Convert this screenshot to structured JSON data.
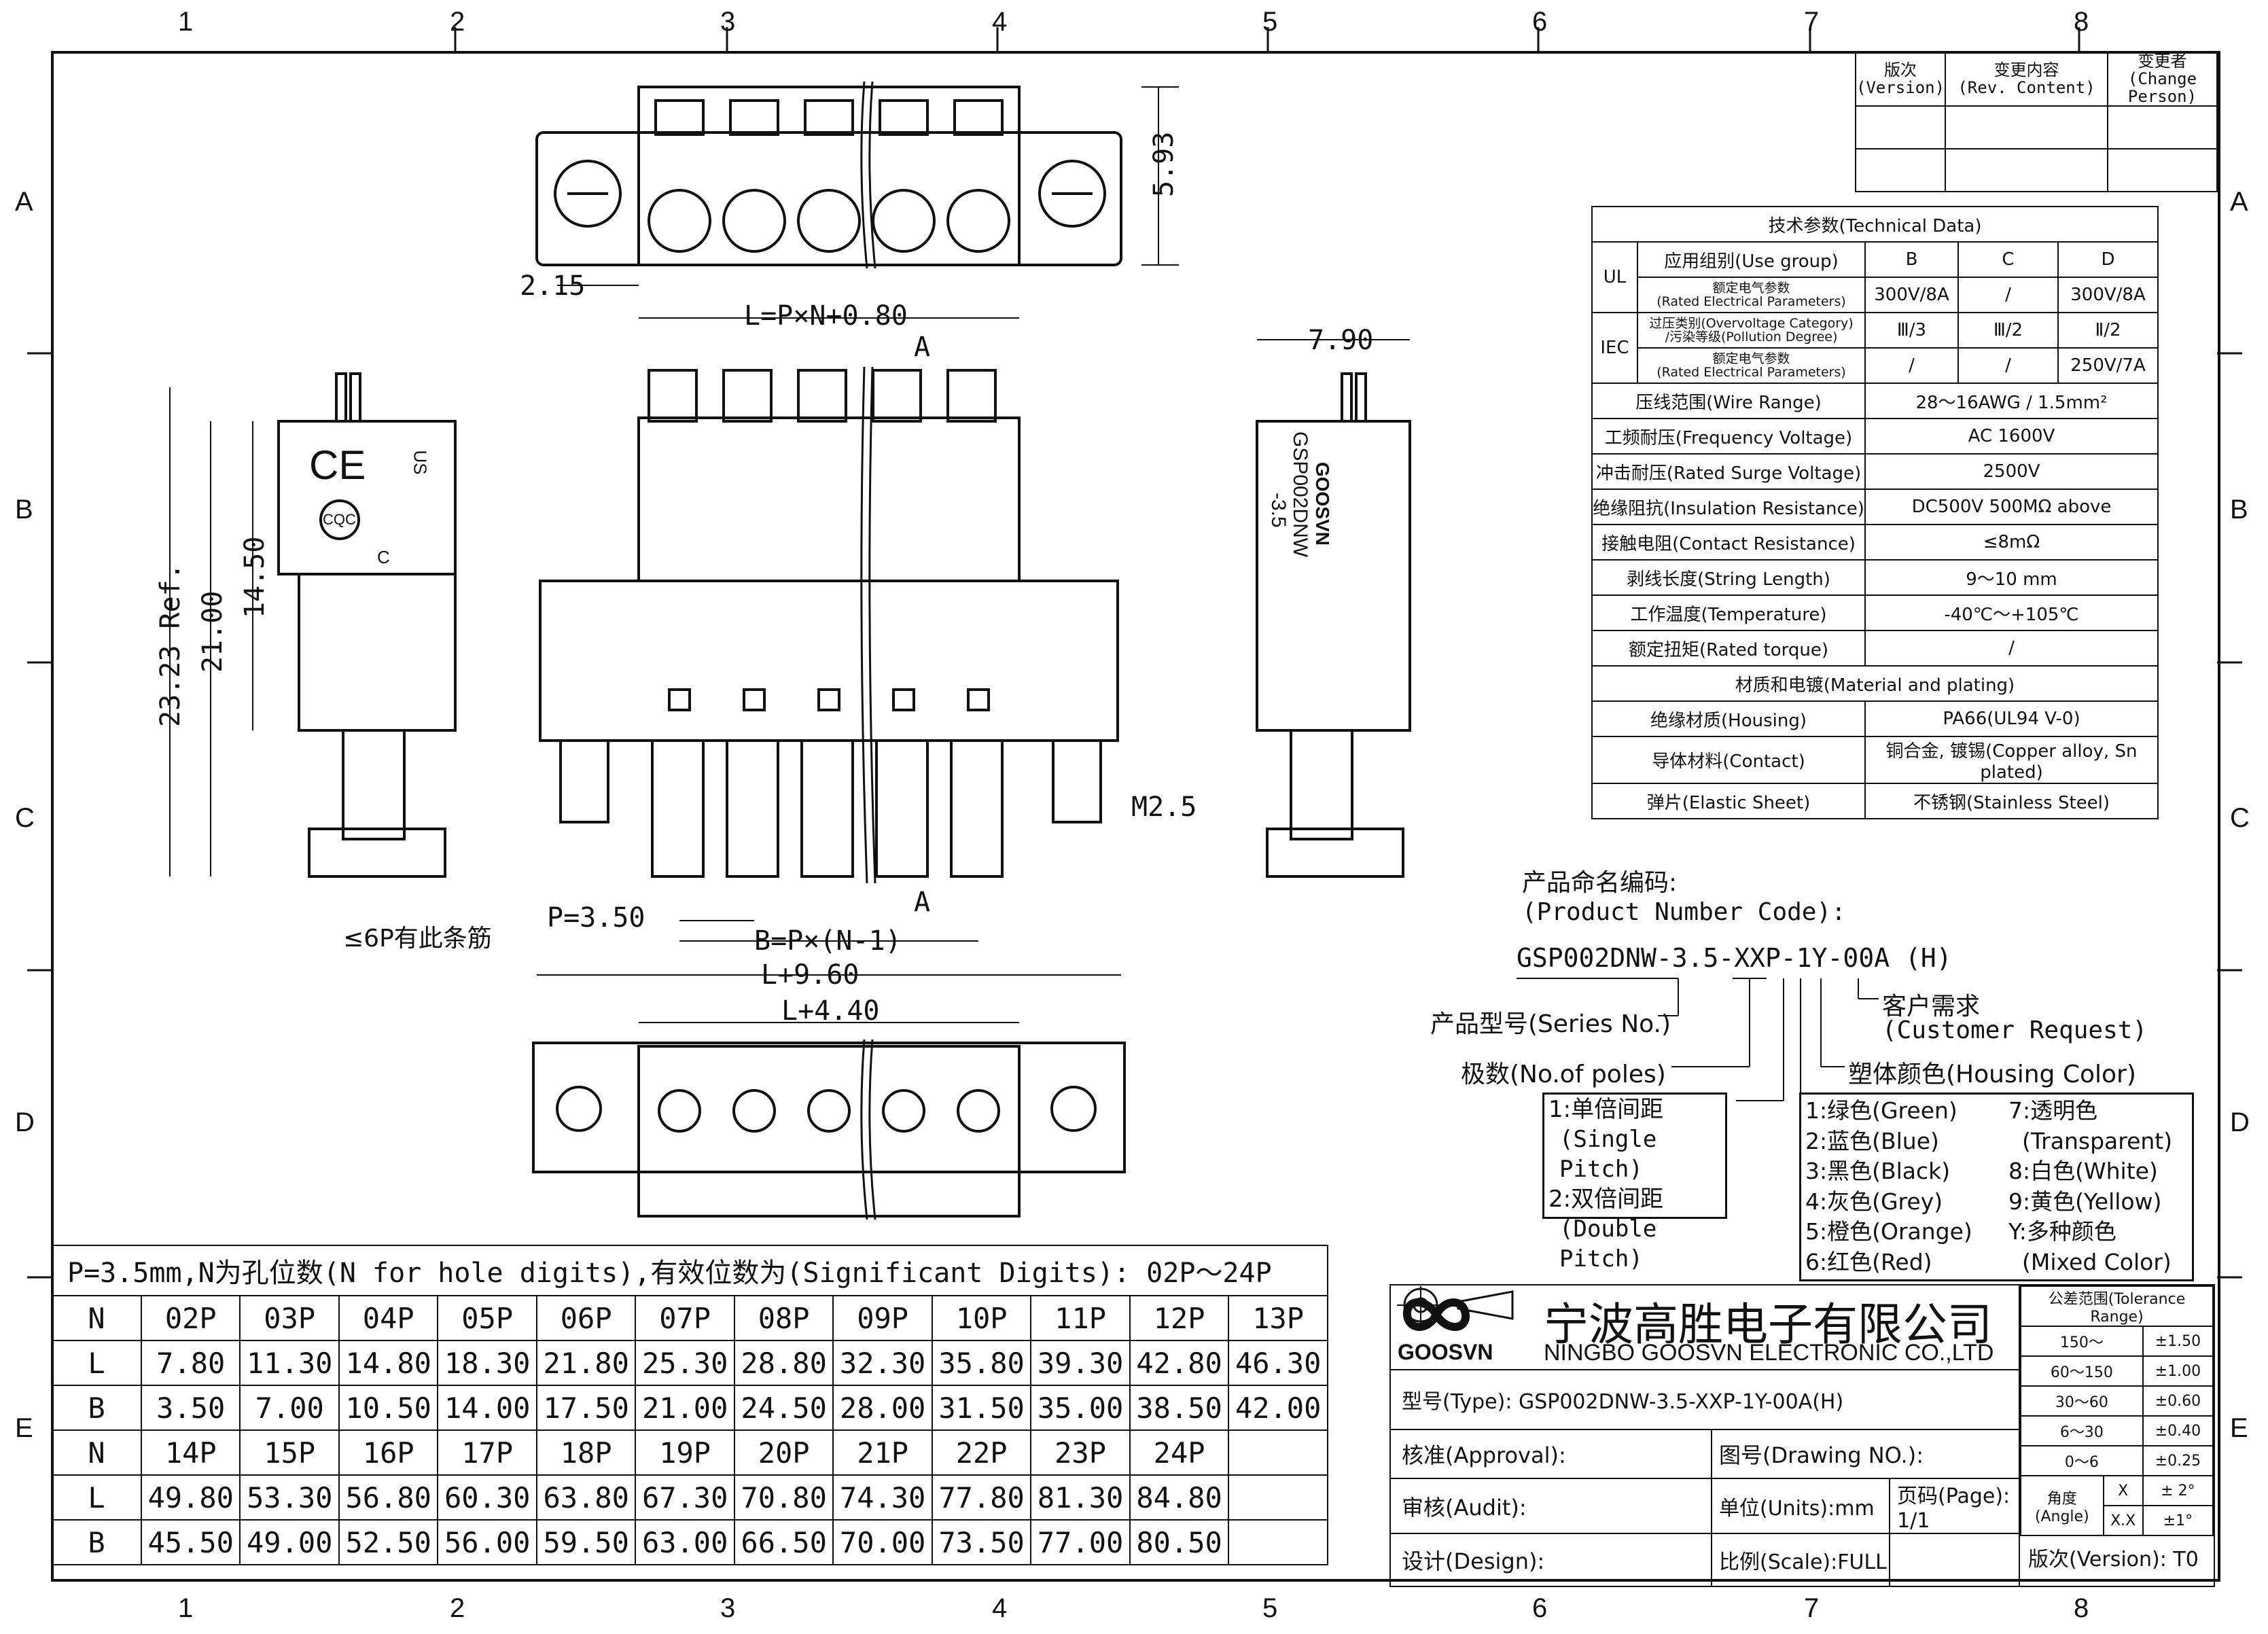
{
  "grid": {
    "columns": [
      "1",
      "2",
      "3",
      "4",
      "5",
      "6",
      "7",
      "8"
    ],
    "rows": [
      "A",
      "B",
      "C",
      "D",
      "E"
    ]
  },
  "revision_table": {
    "version": [
      "版次",
      "(Version)"
    ],
    "rev_content": [
      "变更内容",
      "(Rev. Content)"
    ],
    "change_person": [
      "变更者",
      "(Change Person)"
    ]
  },
  "drawing": {
    "dim_top_height": "5.93",
    "dim_top_offset": "2.15",
    "dim_L": "L=P×N+0.80",
    "section_A": "A",
    "dim_side_width": "7.90",
    "dim_23": "23.23 Ref.",
    "dim_21": "21.00",
    "dim_14": "14.50",
    "dim_pitch": "P=3.50",
    "dim_B": "B=P×(N-1)",
    "dim_L960": "L+9.60",
    "dim_L440": "L+4.40",
    "thread": "M2.5",
    "rib_note": "≤6P有此条筋",
    "side_brand": "GOOSVN",
    "side_model": "GSP002DNW",
    "side_model2": "-3.5",
    "marks": {
      "cqc": "CQC",
      "ce": "CE",
      "us": "US",
      "c": "C"
    }
  },
  "tech_data": {
    "title": "技术参数(Technical Data)",
    "ul": "UL",
    "iec": "IEC",
    "use_group": "应用组别(Use group)",
    "cols": [
      "B",
      "C",
      "D"
    ],
    "rated_cn": "额定电气参数",
    "rated_en": "(Rated Electrical Parameters)",
    "ul_rated": [
      "300V/8A",
      "/",
      "300V/8A"
    ],
    "overvoltage_cn": "过压类别(Overvoltage Category)",
    "pollution_cn": "/污染等级(Pollution Degree)",
    "iec_over": [
      "Ⅲ/3",
      "Ⅲ/2",
      "Ⅱ/2"
    ],
    "iec_rated": [
      "/",
      "/",
      "250V/7A"
    ],
    "rows": [
      {
        "label": "压线范围(Wire Range)",
        "value": "28～16AWG / 1.5mm²"
      },
      {
        "label": "工频耐压(Frequency Voltage)",
        "value": "AC 1600V"
      },
      {
        "label": "冲击耐压(Rated Surge Voltage)",
        "value": "2500V"
      },
      {
        "label": "绝缘阻抗(Insulation Resistance)",
        "value": "DC500V 500MΩ above"
      },
      {
        "label": "接触电阻(Contact Resistance)",
        "value": "≤8mΩ"
      },
      {
        "label": "剥线长度(String Length)",
        "value": "9～10 mm"
      },
      {
        "label": "工作温度(Temperature)",
        "value": "-40℃～+105℃"
      },
      {
        "label": "额定扭矩(Rated torque)",
        "value": "/"
      }
    ],
    "material_title": "材质和电镀(Material and plating)",
    "materials": [
      {
        "label": "绝缘材质(Housing)",
        "value": "PA66(UL94 V-0)"
      },
      {
        "label": "导体材料(Contact)",
        "value": "铜合金, 镀锡(Copper alloy, Sn plated)"
      },
      {
        "label": "弹片(Elastic Sheet)",
        "value": "不锈钢(Stainless Steel)"
      }
    ]
  },
  "product_code": {
    "title_cn": "产品命名编码:",
    "title_en": "(Product Number Code):",
    "code": "GSP002DNW-3.5-XXP-1Y-00A (H)",
    "customer_cn": "客户需求",
    "customer_en": "(Customer Request)",
    "series": "产品型号(Series No.)",
    "poles": "极数(No.of poles)",
    "housing_color": "塑体颜色(Housing Color)",
    "pitch_lines": [
      "1:单倍间距",
      "(Single Pitch)",
      "2:双倍间距",
      "(Double Pitch)"
    ],
    "colors_left": [
      "1:绿色(Green)",
      "2:蓝色(Blue)",
      "3:黑色(Black)",
      "4:灰色(Grey)",
      "5:橙色(Orange)",
      "6:红色(Red)"
    ],
    "colors_right": [
      "7:透明色",
      "(Transparent)",
      "8:白色(White)",
      "9:黄色(Yellow)",
      "Y:多种颜色",
      "(Mixed Color)"
    ]
  },
  "dim_table": {
    "header": "P=3.5mm,N为孔位数(N for hole digits),有效位数为(Significant Digits): 02P～24P",
    "block1": {
      "N": [
        "02P",
        "03P",
        "04P",
        "05P",
        "06P",
        "07P",
        "08P",
        "09P",
        "10P",
        "11P",
        "12P",
        "13P"
      ],
      "L": [
        "7.80",
        "11.30",
        "14.80",
        "18.30",
        "21.80",
        "25.30",
        "28.80",
        "32.30",
        "35.80",
        "39.30",
        "42.80",
        "46.30"
      ],
      "B": [
        "3.50",
        "7.00",
        "10.50",
        "14.00",
        "17.50",
        "21.00",
        "24.50",
        "28.00",
        "31.50",
        "35.00",
        "38.50",
        "42.00"
      ]
    },
    "block2": {
      "N": [
        "14P",
        "15P",
        "16P",
        "17P",
        "18P",
        "19P",
        "20P",
        "21P",
        "22P",
        "23P",
        "24P",
        ""
      ],
      "L": [
        "49.80",
        "53.30",
        "56.80",
        "60.30",
        "63.80",
        "67.30",
        "70.80",
        "74.30",
        "77.80",
        "81.30",
        "84.80",
        ""
      ],
      "B": [
        "45.50",
        "49.00",
        "52.50",
        "56.00",
        "59.50",
        "63.00",
        "66.50",
        "70.00",
        "73.50",
        "77.00",
        "80.50",
        ""
      ]
    },
    "row_labels": [
      "N",
      "L",
      "B"
    ]
  },
  "title_block": {
    "logo_text": "GOOSVN",
    "company_cn": "宁波高胜电子有限公司",
    "company_en": "NINGBO GOOSVN ELECTRONIC CO.,LTD",
    "type": "型号(Type): GSP002DNW-3.5-XXP-1Y-00A(H)",
    "approval": "核准(Approval):",
    "drawing_no": "图号(Drawing NO.):",
    "audit": "审核(Audit):",
    "units": "单位(Units):mm",
    "page": "页码(Page): 1/1",
    "design": "设计(Design):",
    "scale": "比例(Scale):FULL",
    "version": "版次(Version): T0",
    "tol_title": "公差范围(Tolerance Range)",
    "tol": [
      [
        "150～",
        "±1.50"
      ],
      [
        "60～150",
        "±1.00"
      ],
      [
        "30～60",
        "±0.60"
      ],
      [
        "6～30",
        "±0.40"
      ],
      [
        "0～6",
        "±0.25"
      ]
    ],
    "angle_label": [
      "角度",
      "(Angle)"
    ],
    "angle": [
      [
        "X",
        "± 2°"
      ],
      [
        "X.X",
        "±1°"
      ]
    ]
  }
}
